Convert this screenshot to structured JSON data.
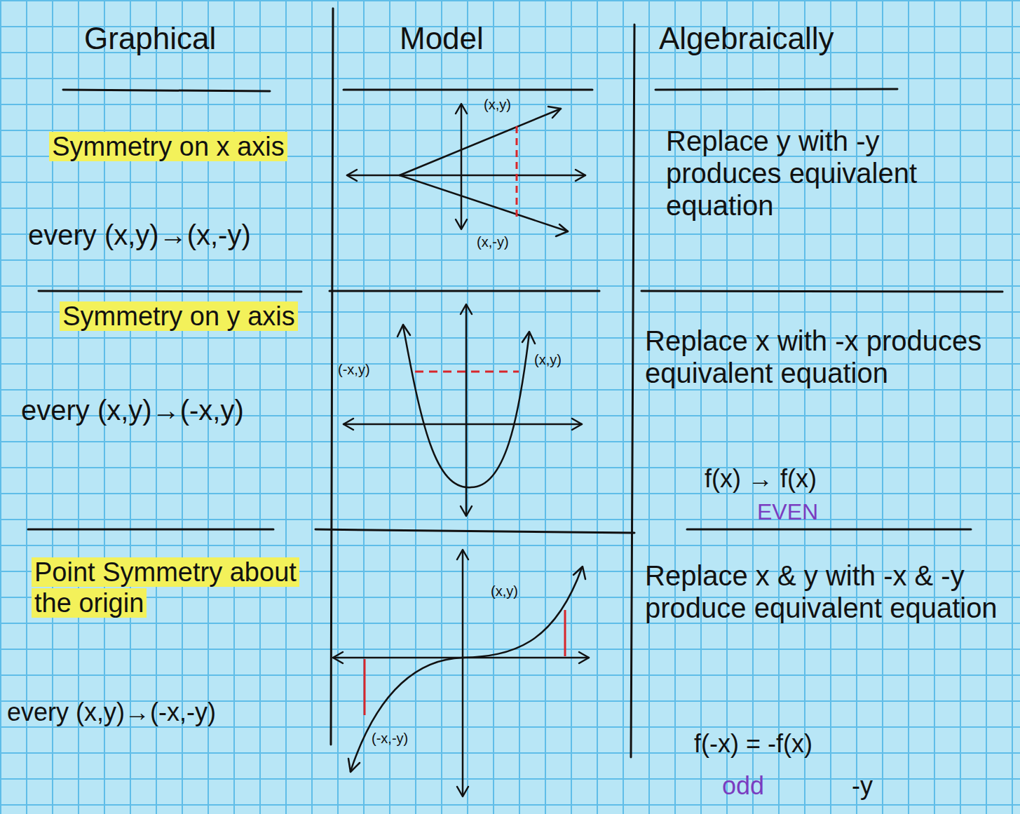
{
  "diagram": {
    "labels": [
      "Graphical",
      "Model",
      "Algebraically",
      "Symmetry on x axis",
      "every (x,y)→(x,-y)",
      "(x,y)",
      "(x,-y)",
      "Replace y with -y produces equivalent equation",
      "Symmetry on y axis",
      "every (x,y)→(-x,y)",
      "(-x,y)",
      "(x,y)",
      "Replace x with -x produces equivalent equation",
      "f(x) → f(x)",
      "EVEN",
      "Point Symmetry about the origin",
      "every (x,y)→(-x,-y)",
      "(x,y)",
      "(-x,-y)",
      "Replace x & y with -x & -y produce equivalent equation",
      "f(-x) = -f(x)",
      "odd",
      "-y"
    ]
  }
}
